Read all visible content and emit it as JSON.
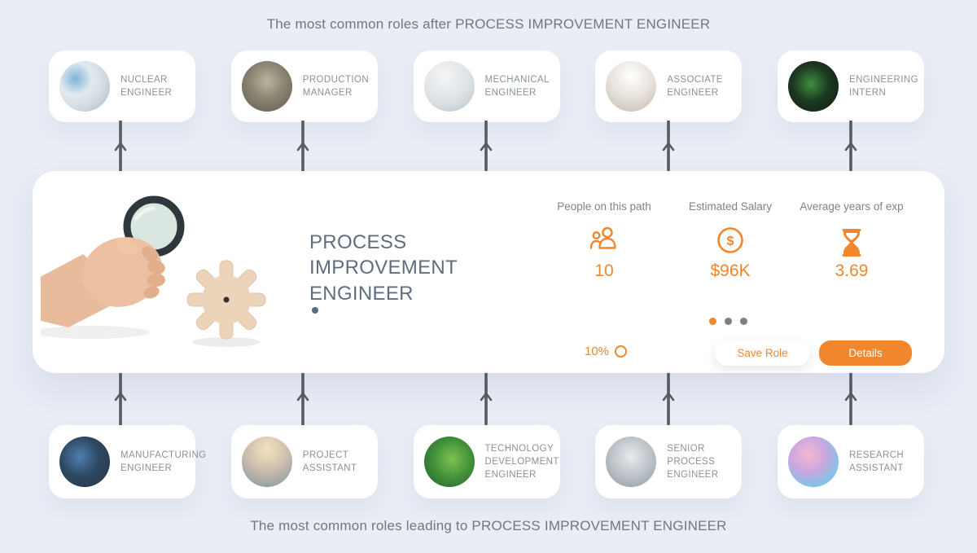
{
  "titles": {
    "top": "The most common roles after PROCESS IMPROVEMENT ENGINEER",
    "bottom": "The most common roles leading to PROCESS IMPROVEMENT ENGINEER"
  },
  "roles_after": [
    {
      "label": "NUCLEAR ENGINEER",
      "photo": "nuclear-control-room-photo",
      "photo_style": "background: radial-gradient(circle at 32% 35%, #7fb3d9 0%, #e2eaf0 35%, #cfd8de 65%, #9fb0ba 100%);"
    },
    {
      "label": "PRODUCTION MANAGER",
      "photo": "factory-machinery-photo",
      "photo_style": "background: radial-gradient(circle at 50% 40%, #b9b39f 0%, #8a8472 45%, #5f5b4c 100%);"
    },
    {
      "label": "MECHANICAL ENGINEER",
      "photo": "drafting-tools-photo",
      "photo_style": "background: radial-gradient(circle at 40% 30%, #f4f5f6 0%, #e0e4e7 50%, #b9c2c8 100%);"
    },
    {
      "label": "ASSOCIATE ENGINEER",
      "photo": "office-meeting-photo",
      "photo_style": "background: radial-gradient(circle at 50% 30%, #ffffff 0%, #e9e5df 45%, #c5bab0 100%);"
    },
    {
      "label": "ENGINEERING INTERN",
      "photo": "laser-lab-photo",
      "photo_style": "background: radial-gradient(circle at 45% 45%, #3f8f3f 0%, #1d3a22 45%, #0e1510 100%);"
    }
  ],
  "roles_before": [
    {
      "label": "MANUFACTURING ENGINEER",
      "photo": "factory-floor-photo",
      "photo_style": "background: radial-gradient(circle at 40% 40%, #4f7fae 0%, #2e4964 45%, #27323c 100%);"
    },
    {
      "label": "PROJECT ASSISTANT",
      "photo": "warm-office-photo",
      "photo_style": "background: radial-gradient(circle at 50% 25%, #f5e3c0 0%, #cdbfae 45%, #7e94a0 100%);"
    },
    {
      "label": "TECHNOLOGY DEVELOPMENT ENGINEER",
      "photo": "circuit-board-photo",
      "photo_style": "background: radial-gradient(circle at 55% 45%, #7fc24f 0%, #3f8f3a 50%, #245c2a 100%);"
    },
    {
      "label": "SENIOR PROCESS ENGINEER",
      "photo": "lab-coats-photo",
      "photo_style": "background: radial-gradient(circle at 50% 40%, #e8eaec 0%, #bdc3c9 50%, #8d959c 100%);"
    },
    {
      "label": "RESEARCH ASSISTANT",
      "photo": "test-tubes-photo",
      "photo_style": "background: radial-gradient(circle at 40% 35%, #f6b8d0 0%, #c9a7e0 40%, #7fc4e8 75%, #f0a66a 100%);"
    }
  ],
  "center_card": {
    "role_title": "PROCESS IMPROVEMENT ENGINEER",
    "stats": [
      {
        "label": "People on this path",
        "icon": "people-icon",
        "value": "10"
      },
      {
        "label": "Estimated Salary",
        "icon": "dollar-circle-icon",
        "value": "$96K"
      },
      {
        "label": "Average years of exp",
        "icon": "hourglass-icon",
        "value": "3.69"
      }
    ],
    "pagination": {
      "active_index": 0,
      "count": 3
    },
    "match_percent": "10%",
    "save_button": "Save Role",
    "details_button": "Details"
  },
  "colors": {
    "accent": "#F0862D",
    "background": "#EAEDF6",
    "section_title_text": "#70777F",
    "role_title_text": "#5E6E7E",
    "card_label_text": "#8A9198",
    "arrow": "#575C61",
    "dot_inactive": "#7C8084"
  }
}
